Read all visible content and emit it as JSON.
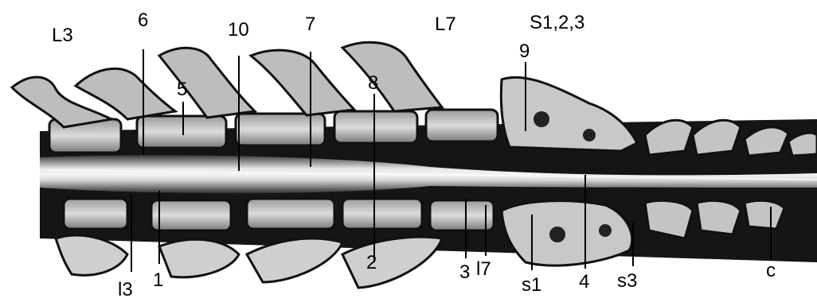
{
  "image_description": "",
  "labels": {
    "region_L3": "L3",
    "region_L7": "L7",
    "region_S": "S1,2,3",
    "n6": "6",
    "n10": "10",
    "n7": "7",
    "n5": "5",
    "n8": "8",
    "n9": "9",
    "n1": "1",
    "n2": "2",
    "n3": "3",
    "n4": "4",
    "l3": "l3",
    "l7": "l7",
    "s1": "s1",
    "s3": "s3",
    "c": "c"
  }
}
